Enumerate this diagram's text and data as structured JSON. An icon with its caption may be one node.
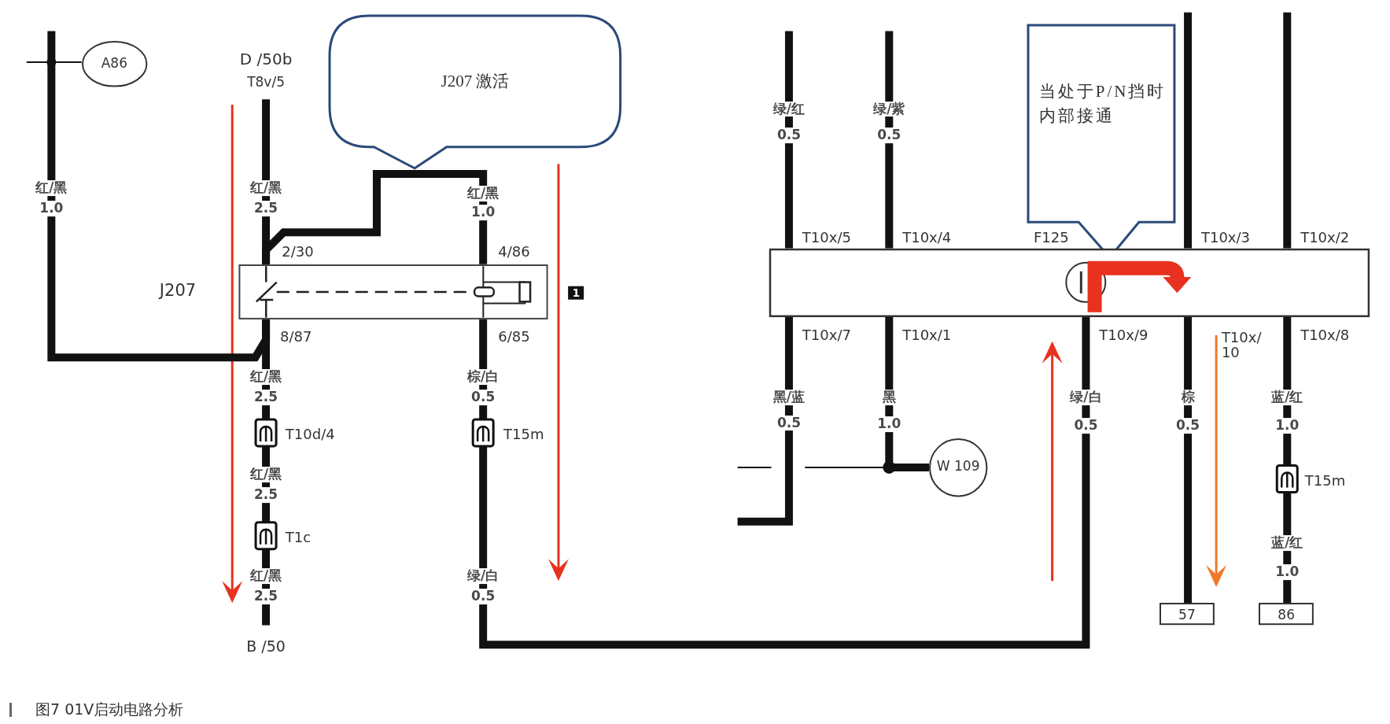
{
  "diagram": {
    "caption": "图7 01V启动电路分析",
    "nodes": [
      {
        "text": [
          "J207 激活"
        ]
      },
      {
        "text": [
          "当处于P/N挡时内部接通"
        ]
      },
      {
        "text": [
          "A86"
        ]
      },
      {
        "text": [
          "J207"
        ]
      },
      {
        "text": [
          "D /50b",
          "T8v/5"
        ]
      },
      {
        "text": [
          "B /50"
        ]
      },
      {
        "text": [],
        "shape": "box"
      },
      {
        "text": [
          "W 109"
        ]
      },
      {
        "text": [
          "57"
        ]
      },
      {
        "text": [
          "86"
        ]
      }
    ],
    "edges": [
      {
        "from": 2,
        "to": null,
        "arrow": "none"
      },
      {
        "from": null,
        "to": 3,
        "arrow": "none"
      },
      {
        "from": 4,
        "to": 3,
        "arrow": "none"
      },
      {
        "from": 3,
        "to": 3,
        "arrow": "none"
      },
      {
        "from": 3,
        "to": 5,
        "arrow": "none"
      },
      {
        "from": 3,
        "to": 6,
        "arrow": "none"
      },
      {
        "from": null,
        "to": 6,
        "arrow": "none"
      },
      {
        "from": null,
        "to": 6,
        "arrow": "none"
      },
      {
        "from": null,
        "to": 6,
        "arrow": "none"
      },
      {
        "from": null,
        "to": 6,
        "arrow": "none"
      },
      {
        "from": 6,
        "to": null,
        "arrow": "none"
      },
      {
        "from": 6,
        "to": 7,
        "arrow": "none"
      },
      {
        "from": 6,
        "to": 8,
        "arrow": "none"
      },
      {
        "from": 6,
        "to": 9,
        "arrow": "none"
      }
    ],
    "labels": [
      "红/黑",
      "1.0",
      "红/黑",
      "2.5",
      "红/黑",
      "1.0",
      "2/30",
      "4/86",
      "1",
      "8/87",
      "6/85",
      "红/黑",
      "2.5",
      "棕/白",
      "0.5",
      "T10d/4",
      "T15m",
      "红/黑",
      "2.5",
      "T1c",
      "红/黑",
      "2.5",
      "绿/白",
      "0.5",
      "绿/红",
      "0.5",
      "绿/紫",
      "0.5",
      "T10x/5",
      "T10x/4",
      "F125",
      "T10x/3",
      "T10x/2",
      "T10x/7",
      "T10x/1",
      "T10x/9",
      "T10x/ 10",
      "T10x/8",
      "黑/蓝",
      "0.5",
      "黑",
      "1.0",
      "绿/白",
      "0.5",
      "棕",
      "0.5",
      "蓝/红",
      "1.0",
      "T15m",
      "蓝/红",
      "1.0"
    ]
  }
}
